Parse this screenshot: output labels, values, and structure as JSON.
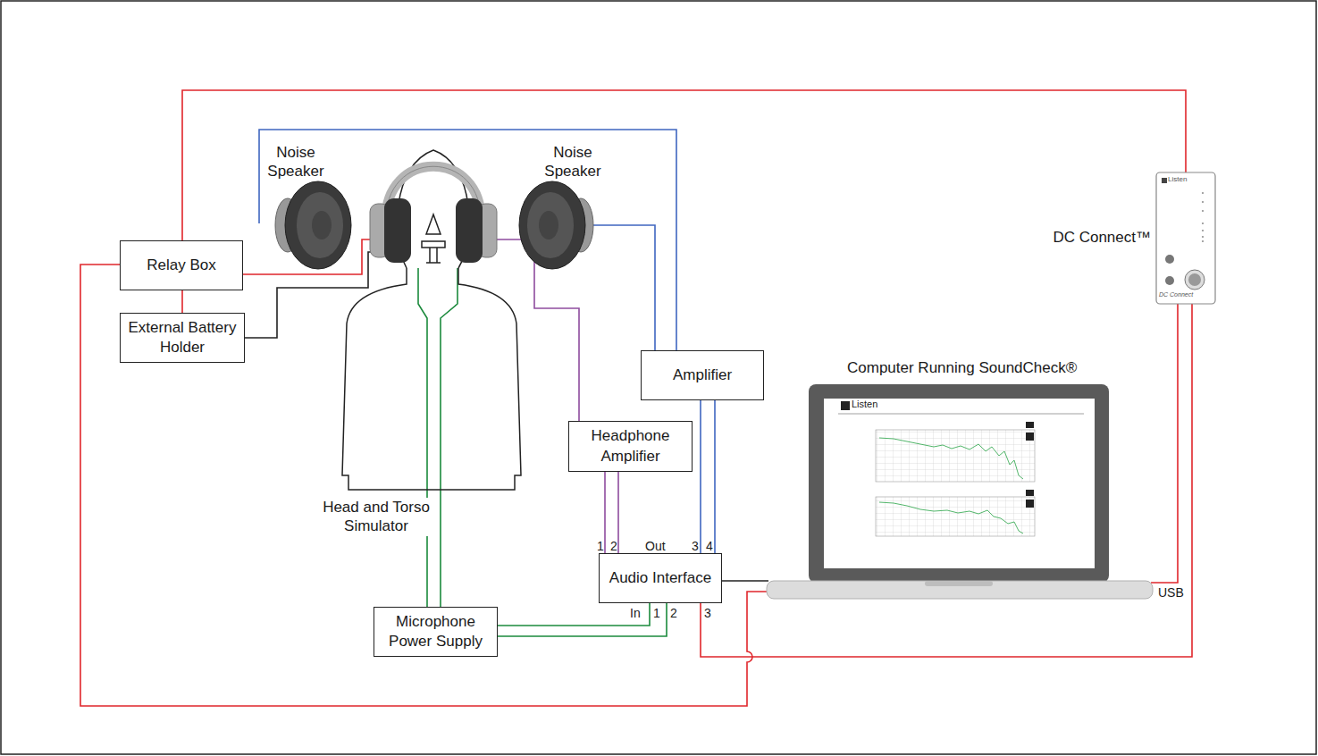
{
  "diagram": {
    "nodes": [
      {
        "text": [
          "Relay Box"
        ]
      },
      {
        "text": [
          "External Battery Holder"
        ]
      },
      {
        "text": [
          "Amplifier"
        ]
      },
      {
        "text": [
          "Headphone Amplifier"
        ]
      },
      {
        "text": [
          "Audio Interface"
        ]
      },
      {
        "text": [
          "Microphone Power Supply"
        ]
      }
    ],
    "edges": [
      {
        "from": 3,
        "to": 4,
        "arrow": "none"
      },
      {
        "from": 3,
        "to": 4,
        "arrow": "none"
      },
      {
        "from": 2,
        "to": 4,
        "arrow": "none"
      },
      {
        "from": 2,
        "to": 4,
        "arrow": "none"
      },
      {
        "from": 5,
        "to": 4,
        "arrow": "none"
      },
      {
        "from": 5,
        "to": 4,
        "arrow": "none"
      },
      {
        "from": 0,
        "to": 1,
        "arrow": "none"
      }
    ],
    "labels": [
      "Noise Speaker",
      "Noise Speaker",
      "Head and Torso Simulator",
      "Computer Running SoundCheck®",
      "DC Connect™",
      "USB",
      "1",
      "2",
      "Out",
      "3",
      "4",
      "In",
      "1",
      "2",
      "3",
      "Listen",
      "Listen",
      "DC Connect"
    ]
  }
}
